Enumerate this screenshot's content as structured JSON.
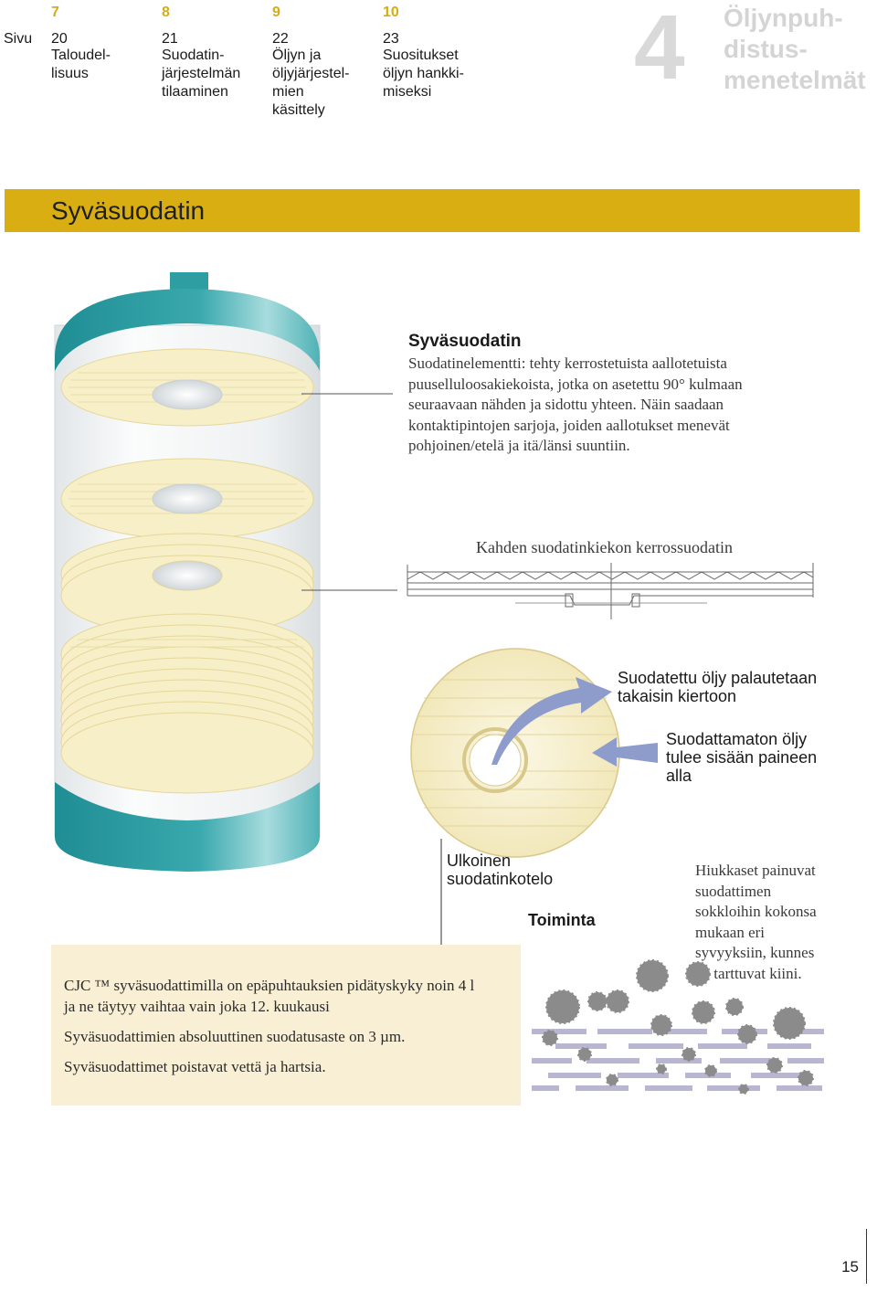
{
  "nav": {
    "page_label": "Sivu",
    "items": [
      {
        "chapter": "7",
        "page": "20",
        "title": "Taloudel-\nlisuus"
      },
      {
        "chapter": "8",
        "page": "21",
        "title": "Suodatin-\njärjestelmän\ntilaaminen"
      },
      {
        "chapter": "9",
        "page": "22",
        "title": "Öljyn ja\nöljyjärjestel-\nmien\nkäsittely"
      },
      {
        "chapter": "10",
        "page": "23",
        "title": "Suositukset\nöljyn hankki-\nmiseksi"
      }
    ],
    "current_chapter_number": "4",
    "current_chapter_title": "Öljynpuh-\ndistus-\nmenetelmät"
  },
  "section": {
    "title": "Syväsuodatin"
  },
  "description": {
    "heading": "Syväsuodatin",
    "body": "Suodatinelementti: tehty kerrostetuista aallotetuista puuselluloosakiekoista, jotka on asetettu 90° kulmaan seuraavaan nähden ja sidottu yhteen. Näin saadaan kontaktipintojen sarjoja, joiden aallotukset menevät pohjoinen/etelä ja itä/länsi suuntiin."
  },
  "diagram": {
    "layers_caption": "Kahden suodatinkiekon kerrossuodatin",
    "flow_out": "Suodatettu öljy palautetaan\ntakaisin kiertoon",
    "flow_in": "Suodattamaton öljy\ntulee sisään paineen\nalla",
    "housing_label": "Ulkoinen\nsuodatinkotelo",
    "function_label": "Toiminta",
    "particles_text": "Hiukkaset painuvat\nsuodattimen\nsokkloihin kokonsa\nmukaan eri\nsyvyyksiin, kunnes\nne tarttuvat kiini."
  },
  "notes": [
    "CJC ™ syväsuodattimilla on epäpuhtauksien pidätyskyky noin 4 l ja ne täytyy vaihtaa vain joka 12. kuukausi",
    "Syväsuodattimien absoluuttinen suodatusaste on 3 µm.",
    "Syväsuodattimet poistavat vettä ja hartsia."
  ],
  "page_number": "15",
  "colors": {
    "accent_yellow": "#d8ae12",
    "teal": "#2f9ea3",
    "disc_cream": "#f6efc8",
    "note_bg": "#f8efd5",
    "arrow_blue": "#8e9ccc"
  }
}
